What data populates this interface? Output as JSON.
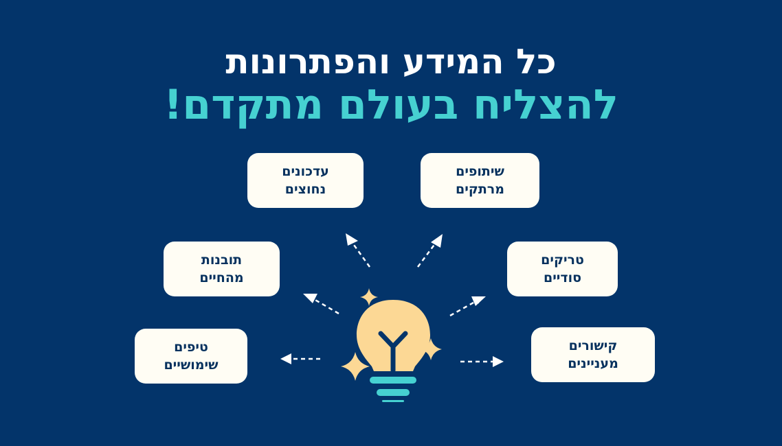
{
  "title": {
    "line1": "כל המידע והפתרונות",
    "line2": "להצליח בעולם מתקדם!"
  },
  "cards": [
    {
      "id": "updates",
      "line1": "עדכונים",
      "line2": "נחוצים"
    },
    {
      "id": "collabs",
      "line1": "שיתופים",
      "line2": "מרתקים"
    },
    {
      "id": "insights",
      "line1": "תובנות",
      "line2": "מהחיים"
    },
    {
      "id": "tricks",
      "line1": "טריקים",
      "line2": "סודיים"
    },
    {
      "id": "tips",
      "line1": "טיפים",
      "line2": "שימושיים"
    },
    {
      "id": "links",
      "line1": "קישורים",
      "line2": "מעניינים"
    }
  ],
  "colors": {
    "background": "#03346a",
    "accent": "#46d1d1",
    "card": "#fffdf4",
    "card_text": "#06315e",
    "bulb": "#fcd895",
    "arrow": "#ffffff"
  },
  "icons": {
    "center": "lightbulb-icon",
    "decor": "sparkle-icon"
  }
}
